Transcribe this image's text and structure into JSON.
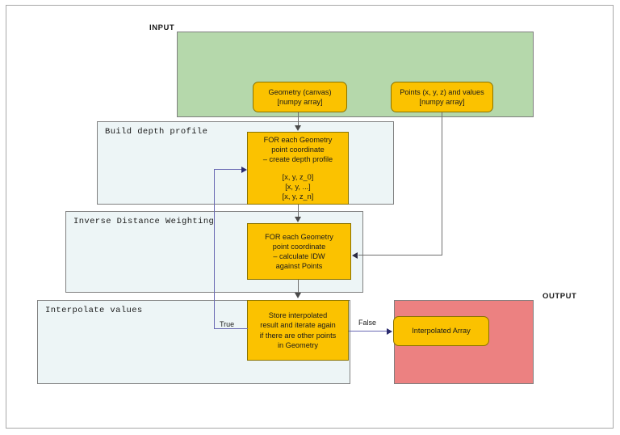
{
  "diagram": {
    "title": "IDW interpolation pipeline flowchart",
    "colors": {
      "input_zone": "#b5d8ab",
      "output_zone": "#ec8181",
      "stage_zone": "#edf5f6",
      "node": "#fbc200",
      "connector": "#6f6f6f",
      "connector_loop": "#6a6ab4"
    },
    "labels": {
      "input": "INPUT",
      "output": "OUTPUT"
    },
    "stages": [
      {
        "id": "build-depth-profile",
        "title": "Build depth profile"
      },
      {
        "id": "inverse-distance-weighting",
        "title": "Inverse Distance Weighting"
      },
      {
        "id": "interpolate-values",
        "title": "Interpolate values"
      }
    ],
    "nodes": {
      "geometry": {
        "name": "geometry-input-node",
        "lines": [
          "Geometry (canvas)",
          "[numpy array]"
        ]
      },
      "points": {
        "name": "points-input-node",
        "lines": [
          "Points (x, y, z) and values",
          "[numpy array]"
        ]
      },
      "depth_profile": {
        "name": "depth-profile-node",
        "lines": [
          "FOR each Geometry",
          "point coordinate",
          "– create depth profile"
        ],
        "lines2": [
          "[x, y, z_0]",
          "[x, y, ...]",
          "[x, y, z_n]"
        ]
      },
      "idw": {
        "name": "idw-node",
        "lines": [
          "FOR each Geometry",
          "point coordinate",
          "– calculate IDW",
          "against Points"
        ]
      },
      "store": {
        "name": "store-iterate-node",
        "lines": [
          "Store interpolated",
          "result and iterate again",
          "if there are other points",
          "in Geometry"
        ]
      },
      "interpolated_array": {
        "name": "interpolated-array-node",
        "lines": [
          "Interpolated Array"
        ]
      }
    },
    "edges": {
      "true_label": "True",
      "false_label": "False"
    }
  }
}
